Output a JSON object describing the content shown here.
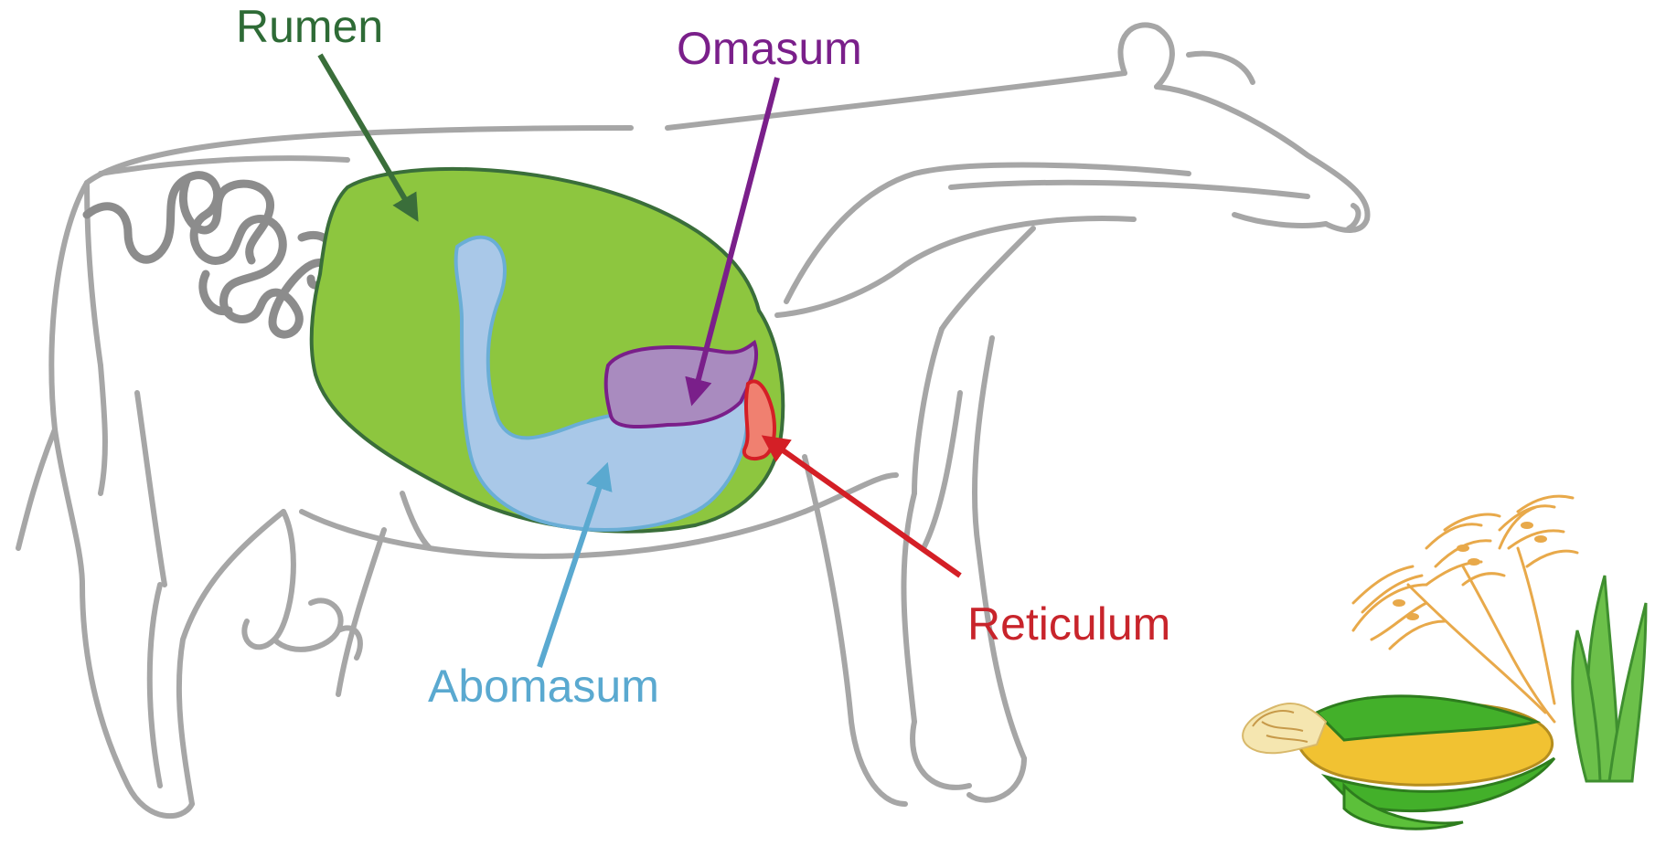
{
  "labels": {
    "rumen": "Rumen",
    "omasum": "Omasum",
    "reticulum": "Reticulum",
    "abomasum": "Abomasum"
  },
  "colors": {
    "outline": "#a6a6a6",
    "intestine": "#8c8c8c",
    "rumen_fill": "#8dc63f",
    "rumen_stroke": "#3a6e3a",
    "rumen_label": "#2e6b36",
    "omasum_fill": "#a98bbf",
    "omasum_stroke": "#7a1f8a",
    "omasum_label": "#7a1f8a",
    "abomasum_fill": "#a9c8e8",
    "abomasum_stroke": "#6aaed6",
    "abomasum_label": "#5aa9d0",
    "reticulum_fill": "#f08070",
    "reticulum_stroke": "#d41f26",
    "reticulum_label": "#c8242b"
  },
  "icons": [
    "cow-outline",
    "intestine-coil",
    "wheat-stalk-icon",
    "corn-cob-icon",
    "grass-blade-icon"
  ]
}
